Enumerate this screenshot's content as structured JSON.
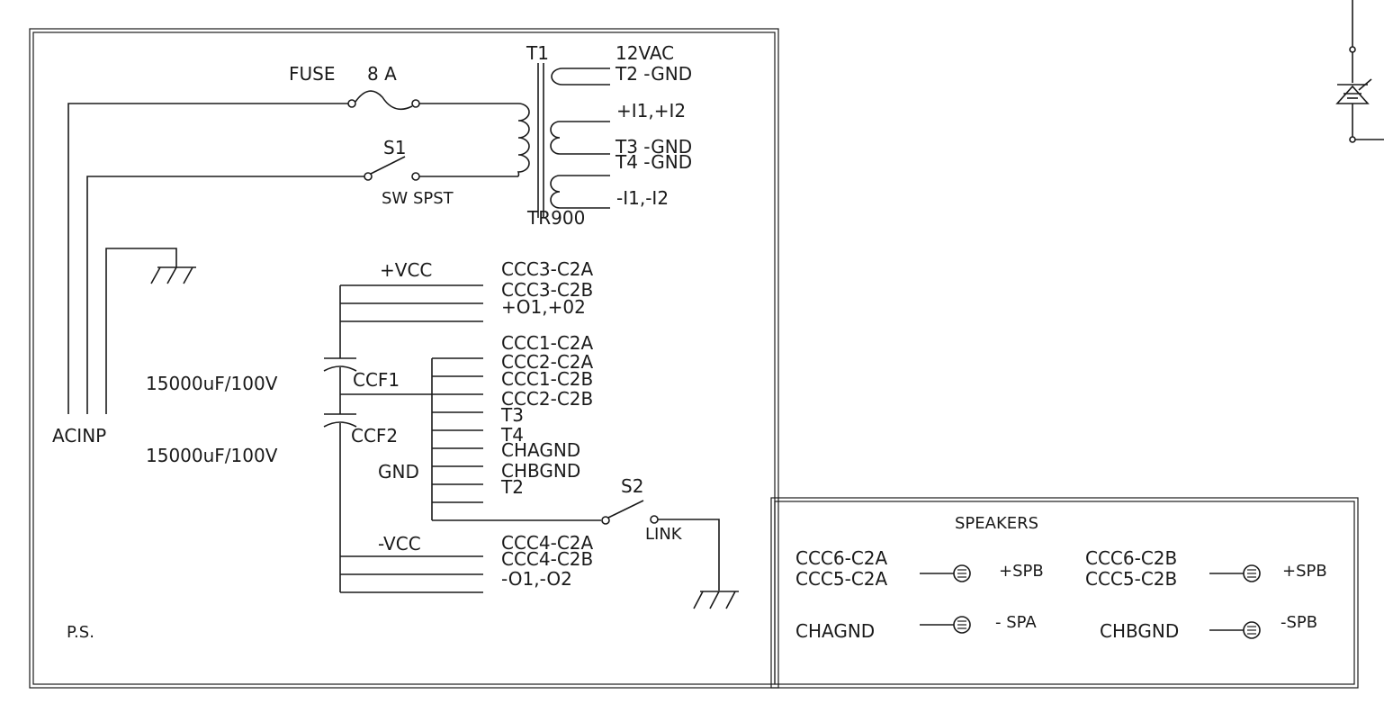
{
  "power_supply": {
    "label_ps": "P.S.",
    "fuse_label": "FUSE",
    "fuse_rating": "8 A",
    "switch1_label": "S1",
    "switch1_type": "SW SPST",
    "transformer_ref": "T1",
    "transformer_part": "TR900",
    "secondary_voltage": "12VAC",
    "sec_t2": "T2   -GND",
    "sec_pos": "+I1,+I2",
    "sec_t3": "T3   -GND",
    "sec_t4": "T4   -GND",
    "sec_neg": "-I1,-I2",
    "ac_input": "ACINP",
    "vcc_pos": "+VCC",
    "vcc_neg": "-VCC",
    "gnd_label": "GND",
    "cap1_ref": "CCF1",
    "cap2_ref": "CCF2",
    "cap1_value": "15000uF/100V",
    "cap2_value": "15000uF/100V",
    "switch2_label": "S2",
    "link_label": "LINK",
    "pos_rail_nets": [
      "CCC3-C2A",
      "CCC3-C2B",
      "+O1,+02"
    ],
    "gnd_nets": [
      "CCC1-C2A",
      "CCC2-C2A",
      "CCC1-C2B",
      "CCC2-C2B",
      "T3",
      "T4",
      "CHAGND",
      "CHBGND",
      "T2"
    ],
    "neg_rail_nets": [
      "CCC4-C2A",
      "CCC4-C2B",
      "-O1,-O2"
    ]
  },
  "speakers": {
    "title": "SPEAKERS",
    "row1_left_nets": [
      "CCC6-C2A",
      "CCC5-C2A"
    ],
    "row1_left_term": "+SPB",
    "row1_right_nets": [
      "CCC6-C2B",
      "CCC5-C2B"
    ],
    "row1_right_term": "+SPB",
    "row2_left_net": "CHAGND",
    "row2_left_term": "-  SPA",
    "row2_right_net": "CHBGND",
    "row2_right_term": "-SPB"
  }
}
